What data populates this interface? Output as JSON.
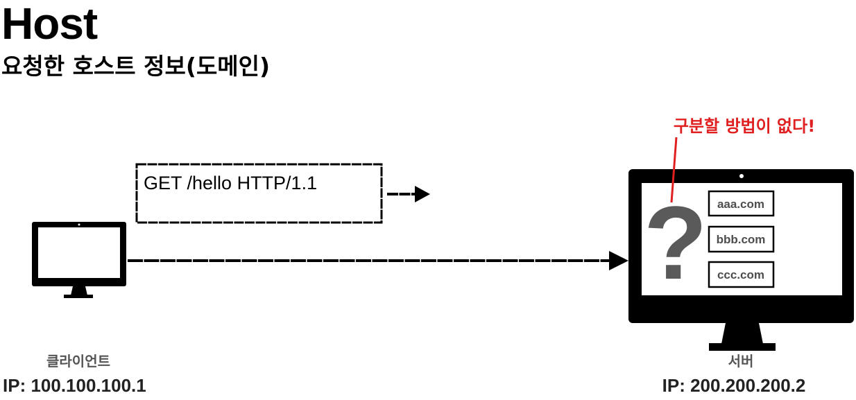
{
  "header": {
    "title": "Host",
    "subtitle": "요청한 호스트 정보(도메인)"
  },
  "diagram": {
    "request_line": "GET /hello HTTP/1.1",
    "warning": "구분할 방법이 없다!",
    "question_mark": "?",
    "domains": [
      "aaa.com",
      "bbb.com",
      "ccc.com"
    ],
    "client": {
      "label": "클라이언트",
      "ip": "IP: 100.100.100.1"
    },
    "server": {
      "label": "서버",
      "ip": "IP: 200.200.200.2"
    },
    "colors": {
      "warning": "#e02020",
      "question_mark": "#5a5a5a",
      "monitor": "#000000"
    },
    "icons": [
      "client-monitor-icon",
      "server-monitor-icon",
      "arrow-icon"
    ]
  }
}
